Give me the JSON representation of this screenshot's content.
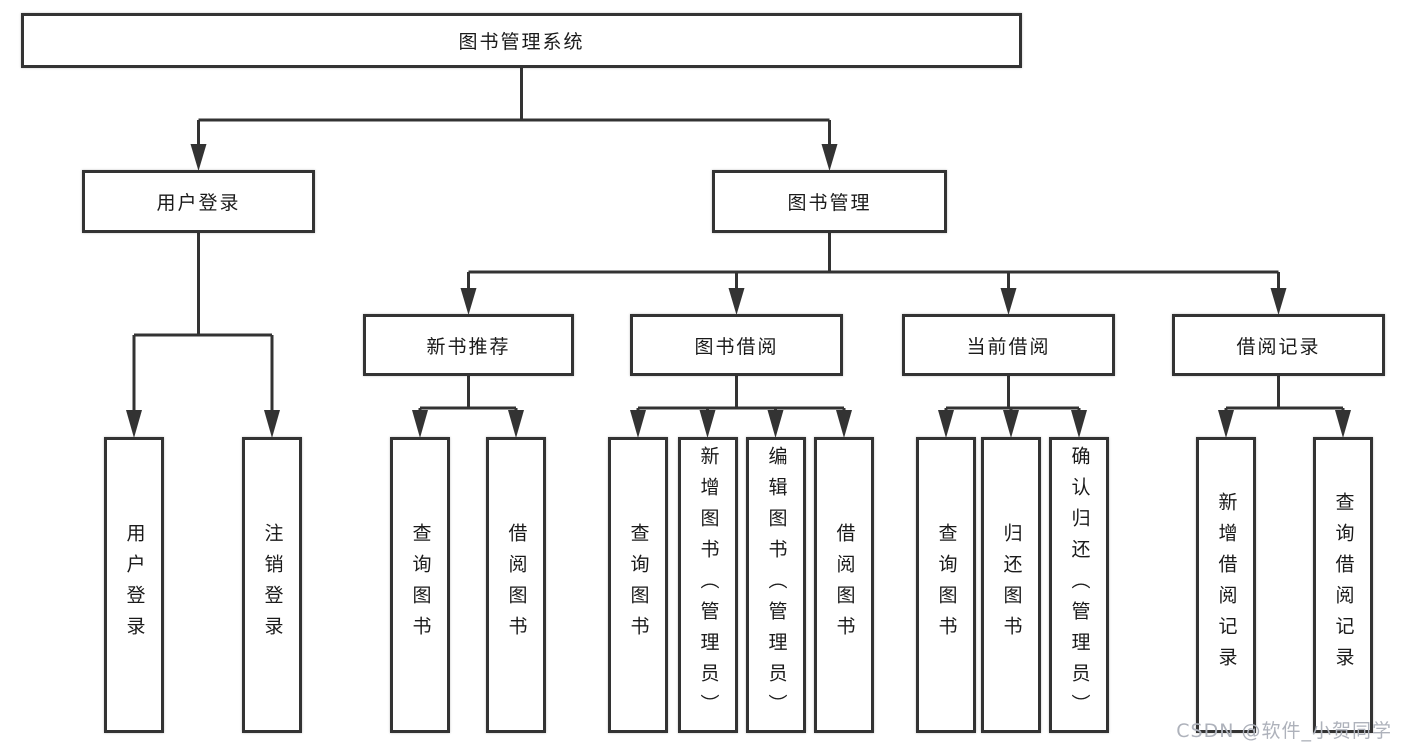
{
  "diagram_title": "图书管理系统",
  "tree": {
    "root": {
      "label": "图书管理系统"
    },
    "user_login": {
      "label": "用户登录",
      "leaves": [
        {
          "label": "用户登录"
        },
        {
          "label": "注销登录"
        }
      ]
    },
    "book_management": {
      "label": "图书管理",
      "sections": [
        {
          "label": "新书推荐",
          "leaves": [
            {
              "label": "查询图书"
            },
            {
              "label": "借阅图书"
            }
          ]
        },
        {
          "label": "图书借阅",
          "leaves": [
            {
              "label": "查询图书"
            },
            {
              "label": "新增图书（管理员）"
            },
            {
              "label": "编辑图书（管理员）"
            },
            {
              "label": "借阅图书"
            }
          ]
        },
        {
          "label": "当前借阅",
          "leaves": [
            {
              "label": "查询图书"
            },
            {
              "label": "归还图书"
            },
            {
              "label": "确认归还（管理员）"
            }
          ]
        },
        {
          "label": "借阅记录",
          "leaves": [
            {
              "label": "新增借阅记录"
            },
            {
              "label": "查询借阅记录"
            }
          ]
        }
      ]
    }
  },
  "watermark": {
    "text": "CSDN @软件_小贺同学"
  },
  "colors": {
    "line": "#333333",
    "box_border": "#333333",
    "text": "#1a1a1a",
    "background": "#ffffff",
    "watermark": "#aeb2bb"
  }
}
